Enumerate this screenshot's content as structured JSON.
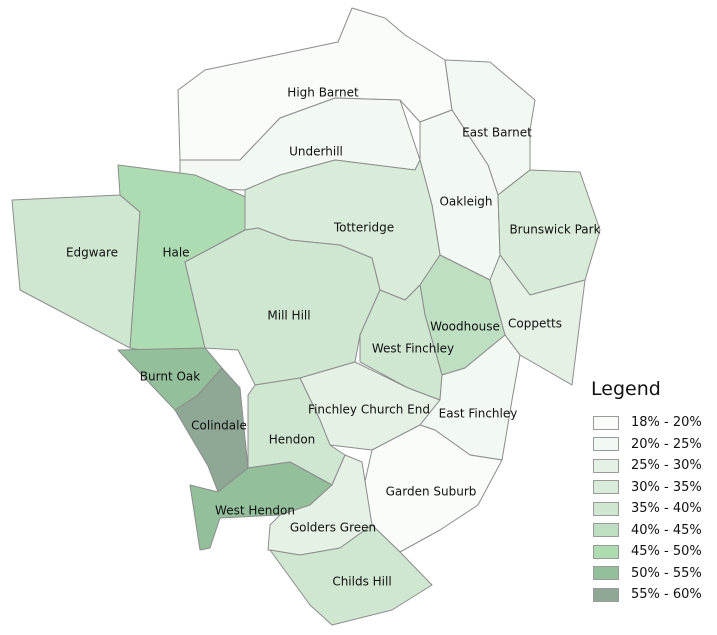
{
  "legend": {
    "title": "Legend",
    "classes": [
      {
        "label": "18% - 20%",
        "color": "#f9fcf9"
      },
      {
        "label": "20% - 25%",
        "color": "#f2f9f2"
      },
      {
        "label": "25% - 30%",
        "color": "#e5f1e5"
      },
      {
        "label": "30% - 35%",
        "color": "#d9ecd9"
      },
      {
        "label": "35% - 40%",
        "color": "#cfe6d1"
      },
      {
        "label": "40% - 45%",
        "color": "#bfdfc3"
      },
      {
        "label": "45% - 50%",
        "color": "#addcb3"
      },
      {
        "label": "50% - 55%",
        "color": "#93bf9b"
      },
      {
        "label": "55% - 60%",
        "color": "#8ea895"
      }
    ]
  },
  "wards": [
    {
      "name": "High Barnet",
      "class": 0
    },
    {
      "name": "East Barnet",
      "class": 1
    },
    {
      "name": "Underhill",
      "class": 1
    },
    {
      "name": "Oakleigh",
      "class": 1
    },
    {
      "name": "Brunswick Park",
      "class": 3
    },
    {
      "name": "Edgware",
      "class": 4
    },
    {
      "name": "Hale",
      "class": 6
    },
    {
      "name": "Totteridge",
      "class": 3
    },
    {
      "name": "Mill Hill",
      "class": 4
    },
    {
      "name": "Woodhouse",
      "class": 5
    },
    {
      "name": "Coppetts",
      "class": 2
    },
    {
      "name": "West Finchley",
      "class": 4
    },
    {
      "name": "Burnt Oak",
      "class": 7
    },
    {
      "name": "Colindale",
      "class": 8
    },
    {
      "name": "Finchley Church End",
      "class": 2
    },
    {
      "name": "East Finchley",
      "class": 1
    },
    {
      "name": "Hendon",
      "class": 4
    },
    {
      "name": "Garden Suburb",
      "class": 0
    },
    {
      "name": "West Hendon",
      "class": 7
    },
    {
      "name": "Golders Green",
      "class": 2
    },
    {
      "name": "Childs Hill",
      "class": 4
    }
  ]
}
